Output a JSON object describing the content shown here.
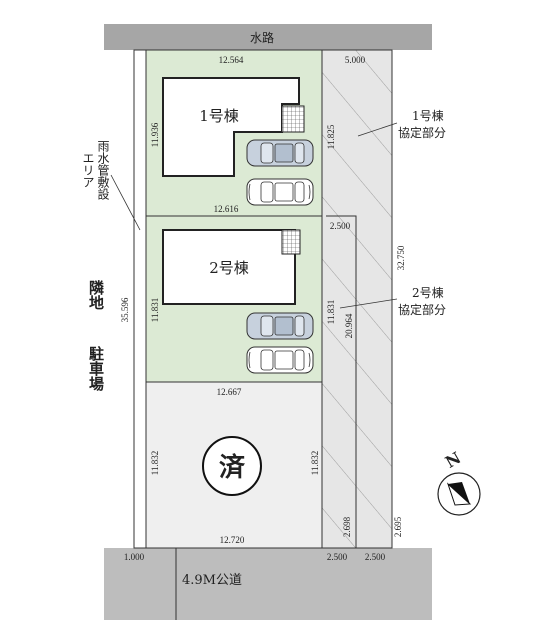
{
  "labels": {
    "waterway": "水路",
    "road": "4.9M公道",
    "neighbor_parking": [
      "隣地",
      "駐車場"
    ],
    "rain_pipe_area": [
      "雨水管敷設",
      "エリア"
    ],
    "house1": "1号棟",
    "house2": "2号棟",
    "sold_mark": "済",
    "house1_agreement": [
      "1号棟",
      "協定部分"
    ],
    "house2_agreement": [
      "2号棟",
      "協定部分"
    ],
    "north": "N"
  },
  "dimensions": {
    "lot1_top": "12.564",
    "lot1_bottom": "12.616",
    "lot1_left": "11.936",
    "lot1_right": "11.825",
    "lot2_left": "11.831",
    "lot2_right": "11.831",
    "lot2_bottom": "12.667",
    "lot3_left": "11.832",
    "lot3_right": "11.832",
    "lot3_bottom": "12.720",
    "strip_top_width": "5.000",
    "strip_mid_width": "2.500",
    "strip_inner_length": "20.964",
    "strip_outer_length": "32.750",
    "left_total": "35.596",
    "inner_bottom": "2.698",
    "outer_bottom": "2.695",
    "left_strip_width": "1.000",
    "bottom_strip_a": "2.500",
    "bottom_strip_b": "2.500"
  },
  "colors": {
    "green_lot": "#dcead4",
    "grey_area": "#e6e6e6",
    "header_band": "#a6a6a6",
    "line": "#333333"
  }
}
